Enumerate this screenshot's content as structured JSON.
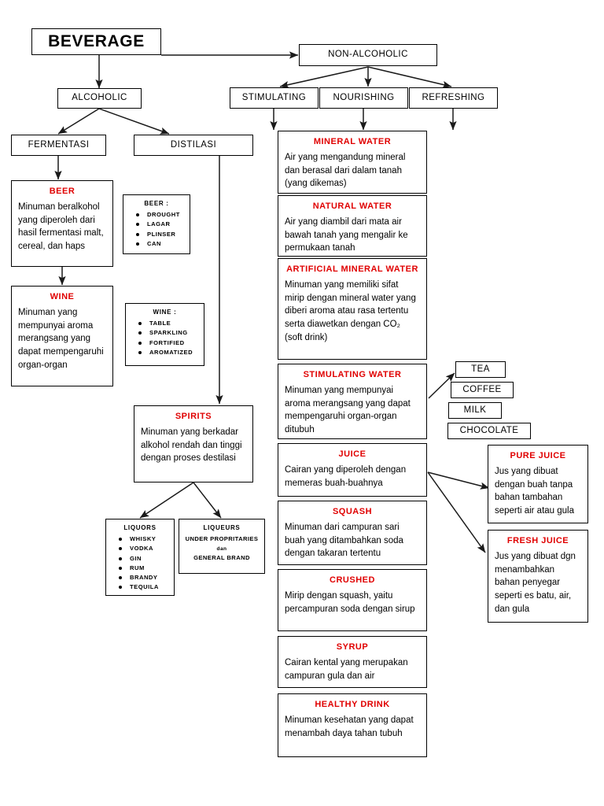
{
  "diagram": {
    "title": "BEVERAGE",
    "root": {
      "label": "BEVERAGE"
    },
    "level1": {
      "alcoholic": "ALCOHOLIC",
      "non_alcoholic": "NON-ALCOHOLIC"
    },
    "alcoholic_branch": {
      "fermentasi": "FERMENTASI",
      "distilasi": "DISTILASI",
      "beer": {
        "heading": "BEER",
        "body": "Minuman beralkohol yang diperoleh dari hasil fermentasi malt, cereal, dan haps"
      },
      "beer_list": {
        "title": "BEER :",
        "items": [
          "DROUGHT",
          "LAGAR",
          "PLINSER",
          "CAN"
        ]
      },
      "wine": {
        "heading": "WINE",
        "body": "Minuman yang mempunyai aroma merangsang yang dapat mempengaruhi organ-organ"
      },
      "wine_list": {
        "title": "WINE :",
        "items": [
          "TABLE",
          "SPARKLING",
          "FORTIFIED",
          "AROMATIZED"
        ]
      },
      "spirits": {
        "heading": "SPIRITS",
        "body": "Minuman yang berkadar alkohol rendah dan tinggi dengan proses destilasi"
      },
      "liquors": {
        "title": "LIQUORS",
        "items": [
          "WHISKY",
          "VODKA",
          "GIN",
          "RUM",
          "BRANDY",
          "TEQUILA"
        ]
      },
      "liqueurs": {
        "title": "LIQUEURS",
        "line1": "UNDER PROPRITARIES",
        "line2": "dan",
        "line3": "GENERAL BRAND"
      }
    },
    "non_alcoholic_branch": {
      "categories": {
        "stimulating": "STIMULATING",
        "nourishing": "NOURISHING",
        "refreshing": "REFRESHING"
      },
      "cards": [
        {
          "heading": "MINERAL WATER",
          "body": "Air yang mengandung mineral dan berasal dari dalam tanah (yang dikemas)"
        },
        {
          "heading": "NATURAL WATER",
          "body": "Air yang diambil dari mata air bawah tanah yang mengalir ke permukaan tanah"
        },
        {
          "heading": "ARTIFICIAL MINERAL WATER",
          "body": "Minuman yang memiliki sifat mirip dengan mineral water yang diberi aroma atau rasa tertentu serta diawetkan dengan CO₂ (soft drink)"
        },
        {
          "heading": "STIMULATING WATER",
          "body": "Minuman yang mempunyai aroma merangsang yang dapat mempengaruhi organ-organ ditubuh"
        },
        {
          "heading": "JUICE",
          "body": "Cairan yang diperoleh dengan memeras buah-buahnya"
        },
        {
          "heading": "SQUASH",
          "body": "Minuman dari campuran sari buah yang ditambahkan soda dengan takaran tertentu"
        },
        {
          "heading": "CRUSHED",
          "body": "Mirip dengan squash, yaitu percampuran soda dengan sirup"
        },
        {
          "heading": "SYRUP",
          "body": "Cairan kental yang merupakan campuran gula dan air"
        },
        {
          "heading": "HEALTHY DRINK",
          "body": "Minuman kesehatan yang dapat menambah daya tahan tubuh"
        }
      ],
      "stimulating_water_items": [
        "TEA",
        "COFFEE",
        "MILK",
        "CHOCOLATE"
      ],
      "juice_cards": [
        {
          "heading": "PURE JUICE",
          "body": "Jus yang dibuat dengan buah tanpa bahan tambahan seperti air atau gula"
        },
        {
          "heading": "FRESH JUICE",
          "body": "Jus yang dibuat dgn menambahkan bahan penyegar seperti es batu, air, dan gula"
        }
      ]
    },
    "colors": {
      "heading": "#e00000",
      "text": "#000000",
      "border": "#000000",
      "background": "#ffffff"
    }
  }
}
